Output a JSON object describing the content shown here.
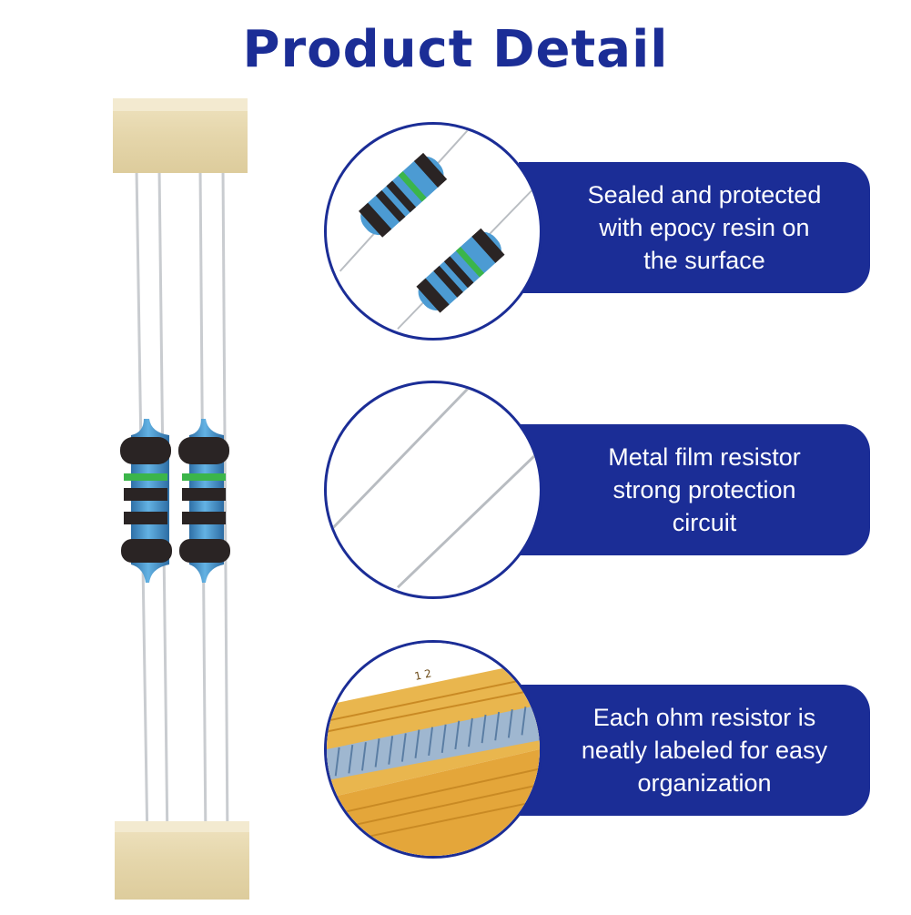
{
  "title": "Product Detail",
  "features": [
    {
      "text": "Sealed and protected\nwith epocy resin on\nthe surface",
      "image": "resistor-closeup"
    },
    {
      "text": "Metal film resistor\nstrong protection\ncircuit",
      "image": "lead-wires-closeup"
    },
    {
      "text": "Each ohm resistor is\nneatly labeled for easy\norganization",
      "image": "tape-strip-closeup"
    }
  ],
  "colors": {
    "brand_blue": "#1b2d96",
    "tape": "#e9dcb6",
    "resistor_body": "#4c9bd3",
    "band_black": "#2a2424",
    "band_green": "#3bb54a"
  },
  "tape_label": "1 2"
}
